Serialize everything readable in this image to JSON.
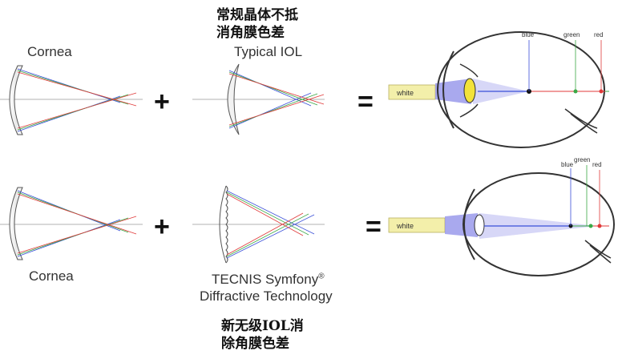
{
  "top_caption": [
    "常规晶体不抵",
    "消角膜色差"
  ],
  "bottom_caption": [
    "新无级IOL消",
    "除角膜色差"
  ],
  "cornea_label_top": "Cornea",
  "cornea_label_bottom": "Cornea",
  "typical_iol_label": "Typical IOL",
  "tecnis_label_line1": "TECNIS Symfony",
  "tecnis_reg": "®",
  "tecnis_label_line2": "Diffractive Technology",
  "plus_symbol": "+",
  "equals_symbol": "=",
  "white_light_label": "white",
  "ray_labels": {
    "blue": "blue",
    "green": "green",
    "red": "red"
  },
  "colors": {
    "blue_ray": "#3a4fd8",
    "green_ray": "#3aa845",
    "red_ray": "#e03a3a",
    "white_beam": "#f3efaa",
    "lens_purple": "#8c8ce8",
    "eye_outline": "#333333"
  }
}
